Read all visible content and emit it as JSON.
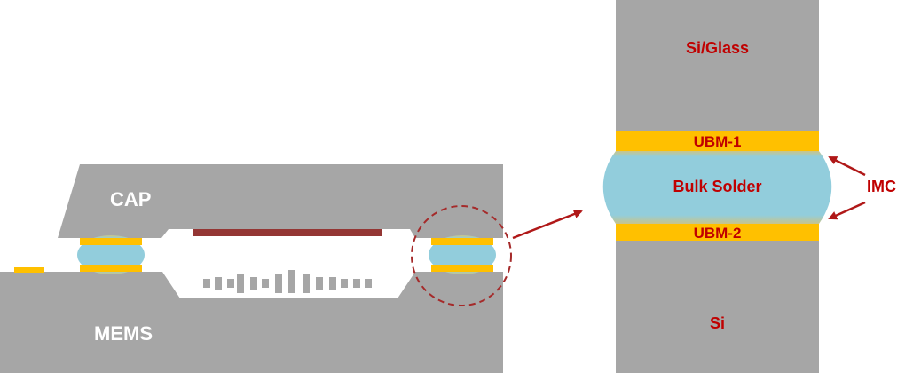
{
  "labels": {
    "cap": "CAP",
    "mems": "MEMS",
    "substrate_top": "Si/Glass",
    "ubm_top": "UBM-1",
    "bulk_solder": "Bulk Solder",
    "imc": "IMC",
    "ubm_bottom": "UBM-2",
    "substrate_bottom": "Si"
  },
  "colors": {
    "silicon_gray": "#a6a6a6",
    "ubm_gold": "#ffc000",
    "solder_blue": "#92cddc",
    "heater_red": "#943634",
    "text_white": "#ffffff",
    "text_red": "#c00000",
    "arrow_red": "#b01818",
    "dashed_circle": "#a52a2a"
  },
  "icons": {
    "magnify": "dashed-circle-to-arrow",
    "imc_pointer": "arrow"
  }
}
